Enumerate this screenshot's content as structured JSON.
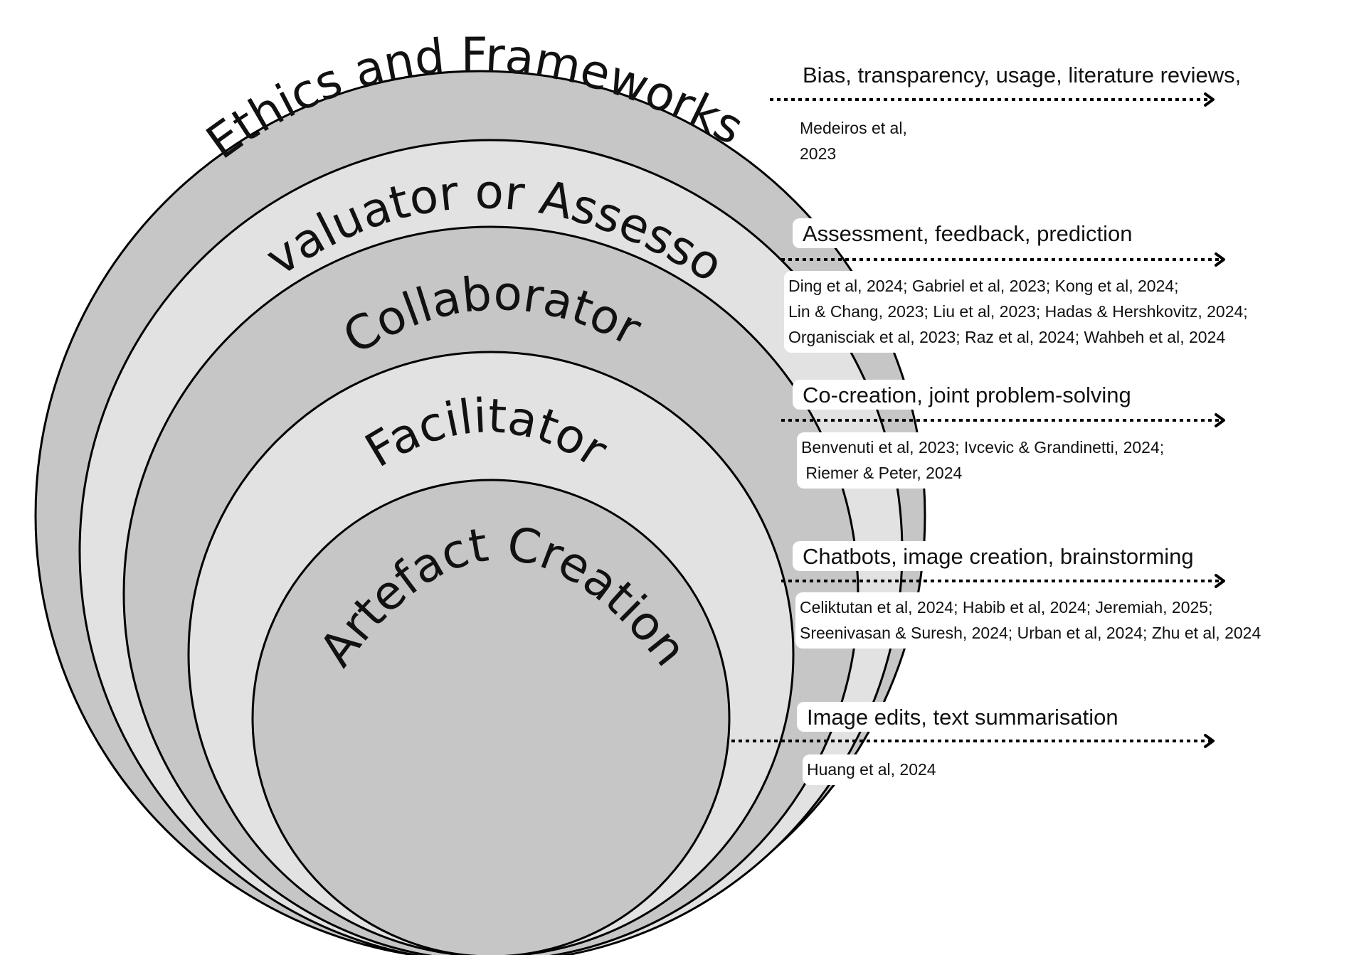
{
  "colors": {
    "ring_dark": "#c6c6c6",
    "ring_light": "#e2e2e2",
    "outline": "#000000"
  },
  "layers": [
    {
      "label": "Ethics and Frameworks",
      "topic": "Bias, transparency, usage, literature reviews,",
      "refs": [
        "Medeiros et al,",
        "2023"
      ]
    },
    {
      "label": "Evaluator or Assessor",
      "topic": "Assessment, feedback, prediction",
      "refs": [
        "Ding et al, 2024; Gabriel et al, 2023; Kong et al, 2024;",
        "Lin & Chang, 2023; Liu et al, 2023; Hadas & Hershkovitz, 2024;",
        "Organisciak et al, 2023; Raz et al, 2024; Wahbeh et al, 2024"
      ]
    },
    {
      "label": "Collaborator",
      "topic": "Co-creation, joint problem-solving",
      "refs": [
        "Benvenuti et al, 2023; Ivcevic & Grandinetti, 2024;",
        " Riemer & Peter, 2024"
      ]
    },
    {
      "label": "Facilitator",
      "topic": "Chatbots, image creation, brainstorming",
      "refs": [
        "Celiktutan et al, 2024; Habib et al, 2024; Jeremiah, 2025;",
        "Sreenivasan & Suresh, 2024; Urban et al, 2024; Zhu et al, 2024"
      ]
    },
    {
      "label": "Artefact Creation",
      "topic": "Image edits, text summarisation",
      "refs": [
        "Huang et al, 2024"
      ]
    }
  ]
}
